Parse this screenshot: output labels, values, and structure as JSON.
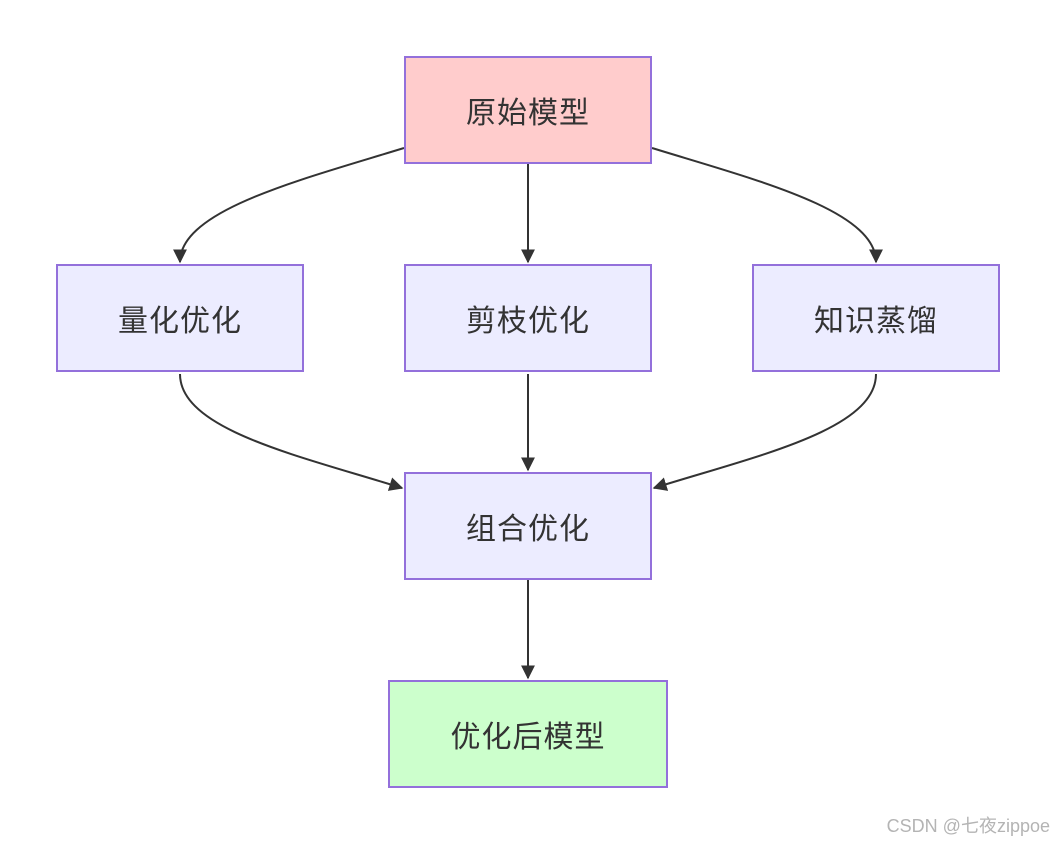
{
  "nodes": {
    "original": {
      "label": "原始模型",
      "fill": "#ffcccc"
    },
    "quant": {
      "label": "量化优化",
      "fill": "#ececff"
    },
    "prune": {
      "label": "剪枝优化",
      "fill": "#ececff"
    },
    "distill": {
      "label": "知识蒸馏",
      "fill": "#ececff"
    },
    "combine": {
      "label": "组合优化",
      "fill": "#ececff"
    },
    "optimized": {
      "label": "优化后模型",
      "fill": "#ccffcc"
    }
  },
  "edges": [
    {
      "from": "original",
      "to": "quant"
    },
    {
      "from": "original",
      "to": "prune"
    },
    {
      "from": "original",
      "to": "distill"
    },
    {
      "from": "quant",
      "to": "combine"
    },
    {
      "from": "prune",
      "to": "combine"
    },
    {
      "from": "distill",
      "to": "combine"
    },
    {
      "from": "combine",
      "to": "optimized"
    }
  ],
  "colors": {
    "node_border": "#9370db",
    "edge": "#333333",
    "text": "#333333"
  },
  "watermark": "CSDN @七夜zippoe"
}
